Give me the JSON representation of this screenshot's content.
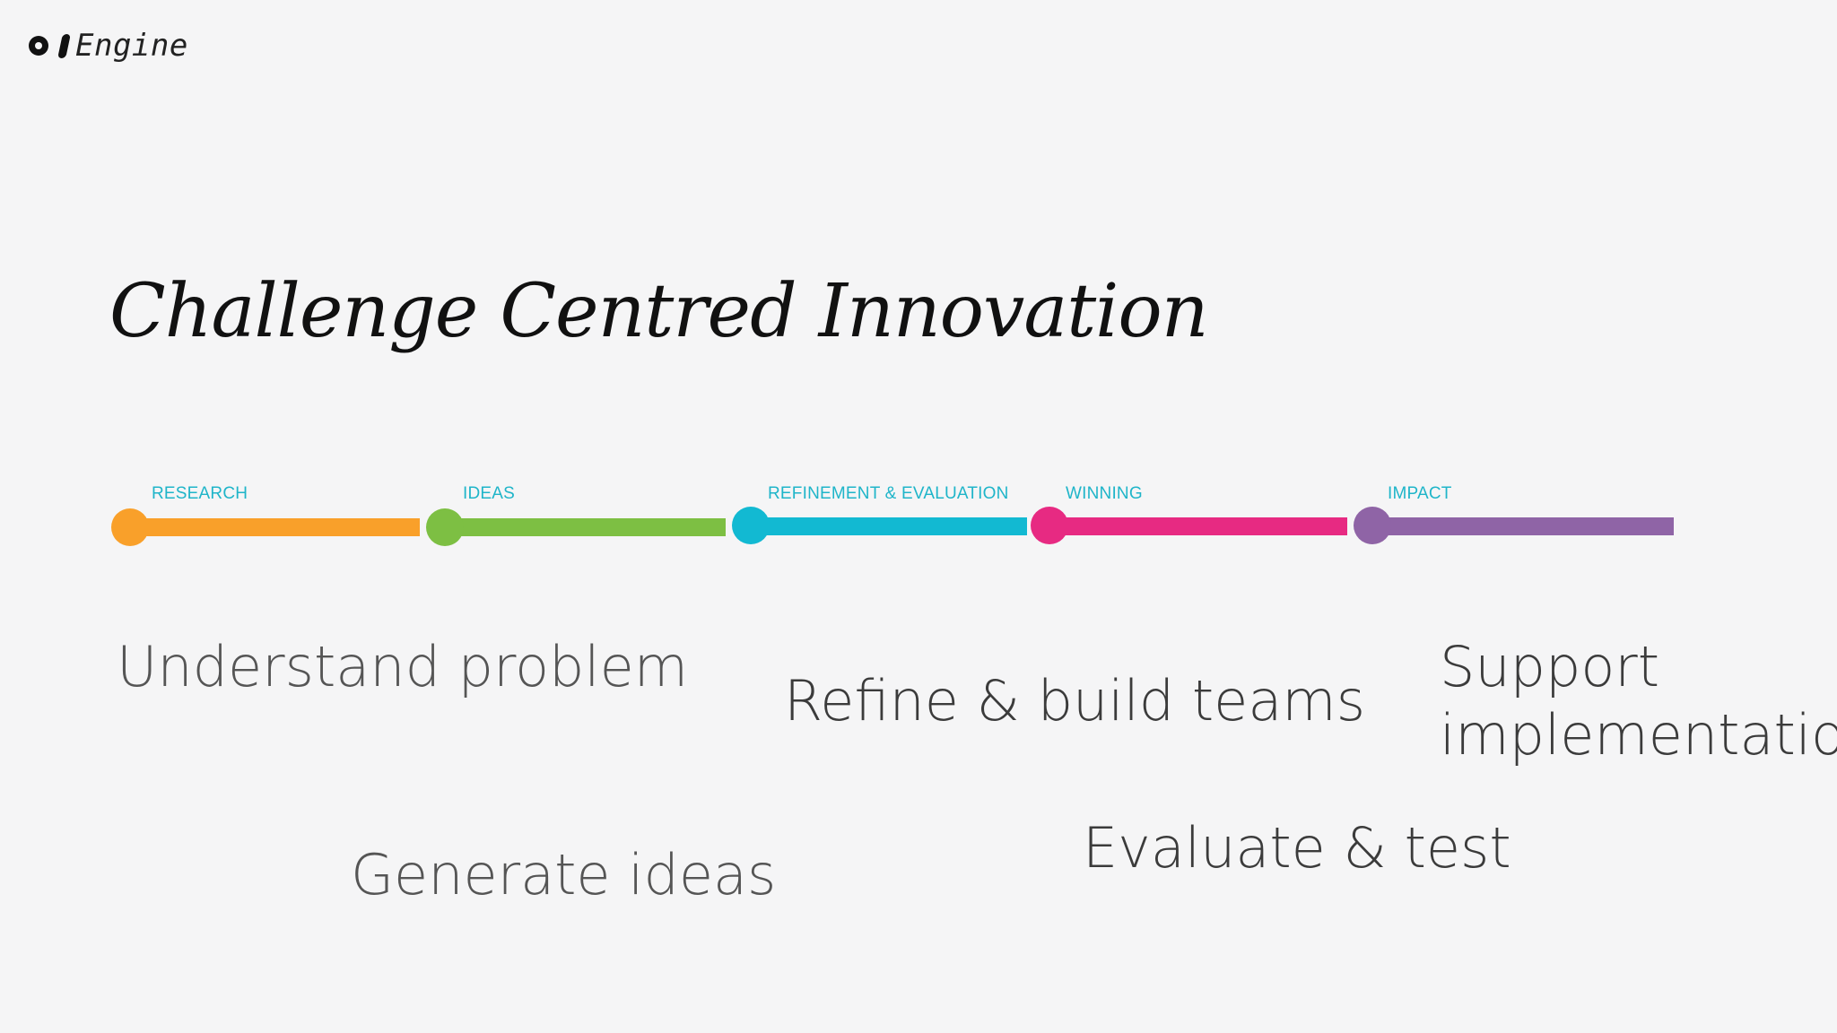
{
  "logo": {
    "text": "Engine"
  },
  "title": "Challenge Centred Innovation",
  "stages": [
    {
      "label": "RESEARCH",
      "color": "#f9a02a"
    },
    {
      "label": "IDEAS",
      "color": "#7dbf43"
    },
    {
      "label": "REFINEMENT & EVALUATION",
      "color": "#12b9d2"
    },
    {
      "label": "WINNING",
      "color": "#e72a82"
    },
    {
      "label": "IMPACT",
      "color": "#8f64a6"
    }
  ],
  "phrases": {
    "understand": "Understand problem",
    "generate": "Generate ideas",
    "refine": "Refine & build teams",
    "evaluate": "Evaluate & test",
    "support_line1": "Support",
    "support_line2": "implementation"
  },
  "colors": {
    "label_text": "#1fb5c9",
    "background": "#f5f5f6"
  }
}
